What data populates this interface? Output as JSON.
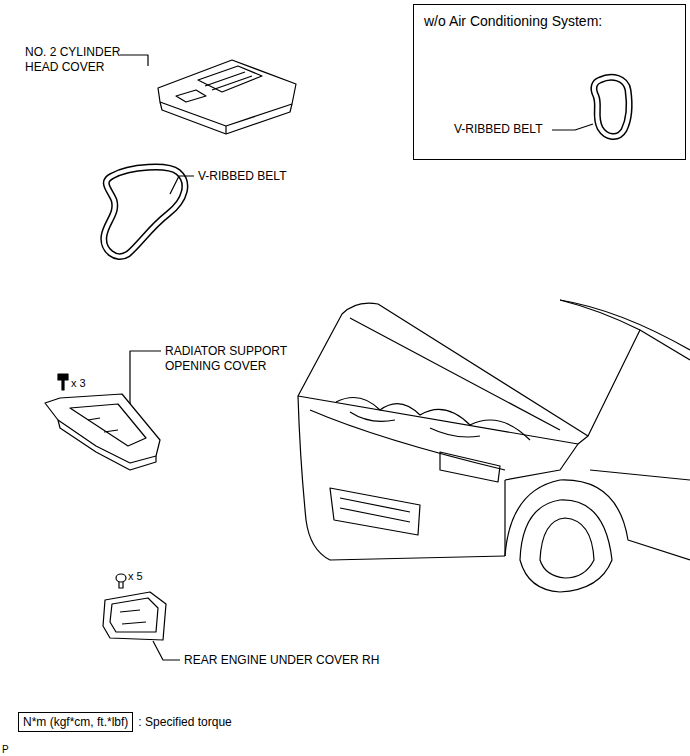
{
  "diagram": {
    "nodes": [
      {
        "text": [
          "w/o Air Conditioning System:",
          "V-RIBBED BELT"
        ]
      },
      {
        "text": [
          "N*m (kgf*cm, ft.*lbf)",
          ": Specified torque"
        ]
      }
    ],
    "labels": [
      "NO. 2 CYLINDER HEAD COVER",
      "V-RIBBED BELT",
      "x 3",
      "RADIATOR SUPPORT OPENING COVER",
      "x 5",
      "REAR ENGINE UNDER COVER RH",
      "P"
    ]
  }
}
